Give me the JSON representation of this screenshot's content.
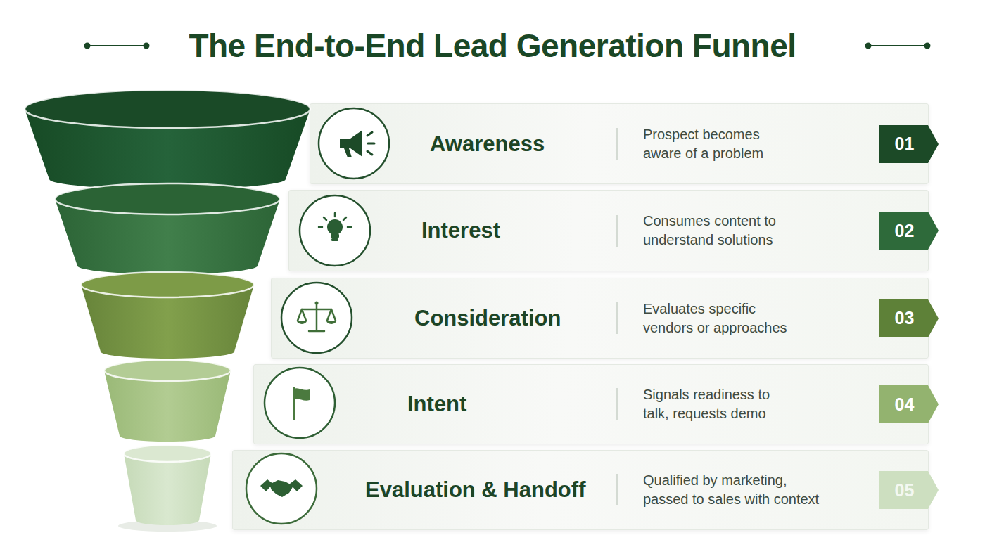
{
  "diagram": {
    "title": "The End-to-End Lead Generation Funnel",
    "nodes": [
      {
        "text": [
          "Awareness",
          "Prospect becomes aware of a problem"
        ]
      },
      {
        "text": [
          "01"
        ],
        "in": 0
      },
      {
        "text": [
          "Interest",
          "Consumes content to understand solutions"
        ]
      },
      {
        "text": [
          "02"
        ],
        "in": 2
      },
      {
        "text": [
          "Consideration",
          "Evaluates specific vendors or approaches"
        ]
      },
      {
        "text": [
          "03"
        ],
        "in": 4
      },
      {
        "text": [
          "Intent",
          "Signals readiness to talk, requests demo"
        ]
      },
      {
        "text": [
          "04"
        ],
        "in": 6
      },
      {
        "text": [
          "Evaluation & Handoff",
          "Qualified by marketing, passed to sales with context"
        ]
      },
      {
        "text": [
          "05"
        ],
        "in": 8
      }
    ]
  }
}
